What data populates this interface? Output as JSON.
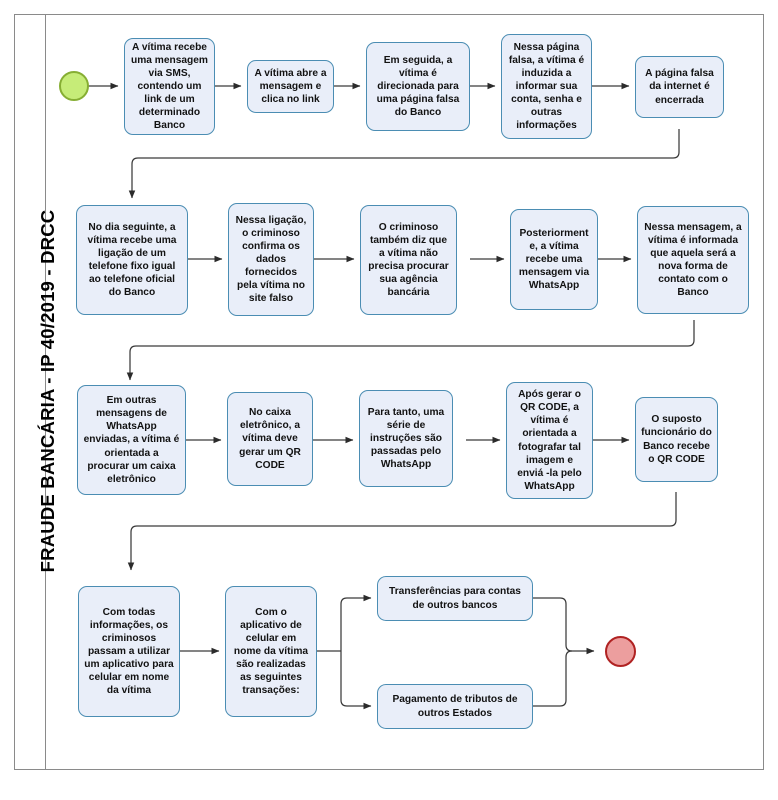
{
  "page": {
    "title": "FRAUDE BANCÁRIA - IP 40/2019 - DRCC",
    "background": "#ffffff",
    "frame_color": "#8a8a8a"
  },
  "palette": {
    "node_fill": "#e9eef9",
    "node_border": "#4b8db3",
    "node_text": "#121212",
    "connector": "#3a3a3a",
    "start_fill": "#c6ec78",
    "start_border": "#86ae33",
    "end_fill": "#ec9e9e",
    "end_border": "#b02222"
  },
  "chart_data": {
    "type": "diagram",
    "subtype": "flowchart",
    "title": "FRAUDE BANCÁRIA - IP 40/2019 - DRCC",
    "orientation": "left-to-right, wrapping rows",
    "node_count": 20,
    "rows": 4
  },
  "terminators": {
    "start": {
      "name": "start-node",
      "shape": "circle",
      "label": ""
    },
    "end": {
      "name": "end-node",
      "shape": "circle",
      "label": ""
    }
  },
  "nodes": [
    {
      "id": "n1",
      "row": 1,
      "text": "A vítima recebe uma mensagem via SMS, contendo um link de um determinado Banco"
    },
    {
      "id": "n2",
      "row": 1,
      "text": "A vítima abre a mensagem e clica no link"
    },
    {
      "id": "n3",
      "row": 1,
      "text": "Em seguida, a vítima é direcionada para uma página falsa do Banco"
    },
    {
      "id": "n4",
      "row": 1,
      "text": "Nessa página falsa, a vítima é induzida a informar sua conta, senha e outras informações"
    },
    {
      "id": "n5",
      "row": 1,
      "text": "A página falsa da internet é encerrada"
    },
    {
      "id": "n6",
      "row": 2,
      "text": "No dia seguinte, a vítima recebe uma ligação de um telefone fixo igual ao telefone oficial do Banco"
    },
    {
      "id": "n7",
      "row": 2,
      "text": "Nessa ligação, o criminoso confirma os dados fornecidos pela vítima no site falso"
    },
    {
      "id": "n8",
      "row": 2,
      "text": "O criminoso também diz que a vítima não precisa procurar sua agência bancária"
    },
    {
      "id": "n9",
      "row": 2,
      "text": "Posteriorment e, a vítima recebe uma mensagem via WhatsApp"
    },
    {
      "id": "n10",
      "row": 2,
      "text": "Nessa mensagem, a vítima é informada que aquela será a nova forma de contato com o Banco"
    },
    {
      "id": "n11",
      "row": 3,
      "text": "Em outras mensagens de WhatsApp enviadas, a vítima é orientada a procurar um caixa eletrônico"
    },
    {
      "id": "n12",
      "row": 3,
      "text": "No caixa eletrônico, a vítima deve gerar um QR CODE"
    },
    {
      "id": "n13",
      "row": 3,
      "text": "Para tanto, uma série de instruções são passadas pelo WhatsApp"
    },
    {
      "id": "n14",
      "row": 3,
      "text": "Após gerar o QR CODE, a vítima é orientada a fotografar tal imagem e enviá -la pelo WhatsApp"
    },
    {
      "id": "n15",
      "row": 3,
      "text": "O suposto funcionário do Banco recebe o QR CODE"
    },
    {
      "id": "n16",
      "row": 4,
      "text": "Com todas informações, os criminosos passam a utilizar um aplicativo para celular em nome da vítima"
    },
    {
      "id": "n17",
      "row": 4,
      "text": "Com o aplicativo de celular em nome da vítima são realizadas as seguintes transações:"
    },
    {
      "id": "n18",
      "row": 4,
      "text": "Transferências para contas de outros bancos"
    },
    {
      "id": "n19",
      "row": 4,
      "text": "Pagamento de tributos de outros Estados"
    }
  ]
}
